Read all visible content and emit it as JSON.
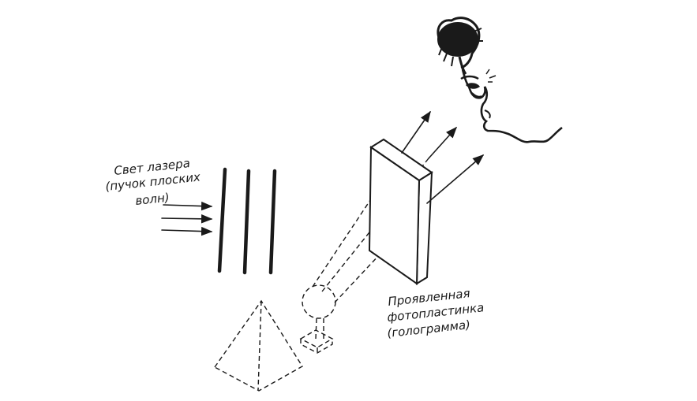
{
  "labels": {
    "laser_line1": "Свет лазера",
    "laser_line2": "(пучок плоских",
    "laser_line3": "волн)",
    "plate_line1": "Проявленная",
    "plate_line2": "фотопластинка",
    "plate_line3": "(голограмма)"
  },
  "icons": {
    "incoming_arrows": "arrow-right-icon",
    "outgoing_arrows": "arrow-up-right-icon",
    "observer": "observer-face-icon"
  },
  "colors": {
    "ink": "#1a1a1a",
    "background": "#ffffff"
  }
}
